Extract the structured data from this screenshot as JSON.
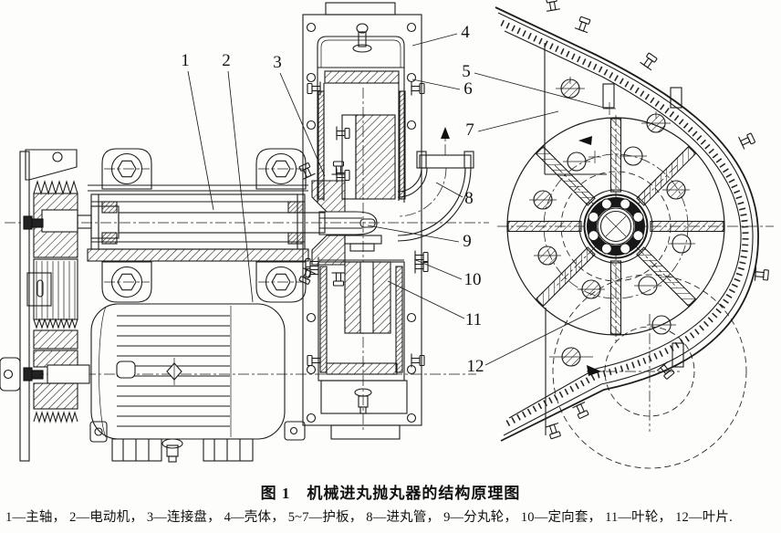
{
  "figure": {
    "caption": "图 1　机械进丸抛丸器的结构原理图",
    "callouts": [
      "1",
      "2",
      "3",
      "4",
      "5",
      "6",
      "7",
      "8",
      "9",
      "10",
      "11",
      "12"
    ],
    "legend_items": [
      "1—主轴，",
      "2—电动机，",
      "3—连接盘，",
      "4—壳体，",
      "5~7—护板，",
      "8—进丸管，",
      "9—分丸轮，",
      "10—定向套，",
      "11—叶轮，",
      "12—叶片."
    ],
    "colors": {
      "ink": "#1c1c1c",
      "paper": "#fdfdfb"
    }
  }
}
